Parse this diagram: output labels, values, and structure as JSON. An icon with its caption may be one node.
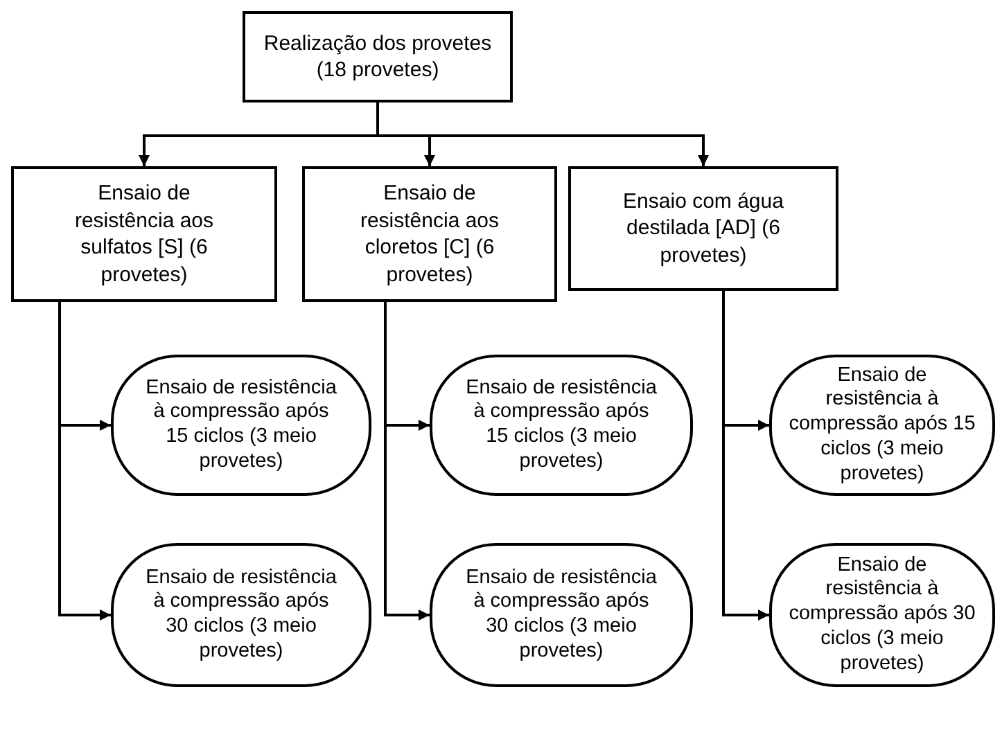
{
  "diagram": {
    "nodes": [
      {
        "text": [
          "Realização dos provetes (18 provetes)"
        ]
      },
      {
        "text": [
          "Ensaio de resistência aos sulfatos [S] (6 provetes)"
        ]
      },
      {
        "text": [
          "Ensaio de resistência aos cloretos [C] (6 provetes)"
        ]
      },
      {
        "text": [
          "Ensaio com água destilada [AD] (6 provetes)"
        ]
      },
      {
        "text": [
          "Ensaio de resistência à compressão após 15 ciclos (3 meio provetes)"
        ]
      },
      {
        "text": [
          "Ensaio de resistência à compressão após 15 ciclos (3 meio provetes)"
        ]
      },
      {
        "text": [
          "Ensaio de resistência à compressão após 15 ciclos (3 meio provetes)"
        ]
      },
      {
        "text": [
          "Ensaio de resistência à compressão após 30 ciclos (3 meio provetes)"
        ]
      },
      {
        "text": [
          "Ensaio de resistência à compressão após 30 ciclos (3 meio provetes)"
        ]
      },
      {
        "text": [
          "Ensaio de resistência à compressão após 30 ciclos (3 meio provetes)"
        ]
      }
    ],
    "edges": [
      {
        "from": 0,
        "to": 1,
        "arrow": "to"
      },
      {
        "from": 0,
        "to": 2,
        "arrow": "to"
      },
      {
        "from": 0,
        "to": 3,
        "arrow": "to"
      },
      {
        "from": 1,
        "to": 4,
        "arrow": "to"
      },
      {
        "from": 1,
        "to": 7,
        "arrow": "to"
      },
      {
        "from": 2,
        "to": 5,
        "arrow": "to"
      },
      {
        "from": 2,
        "to": 8,
        "arrow": "to"
      },
      {
        "from": 3,
        "to": 6,
        "arrow": "to"
      },
      {
        "from": 3,
        "to": 9,
        "arrow": "to"
      }
    ]
  }
}
